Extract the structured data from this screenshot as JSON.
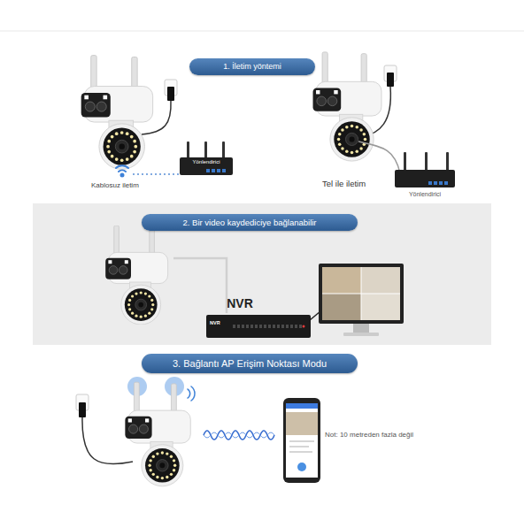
{
  "diagram": {
    "nodes": [
      {
        "text": [
          "1. İletim yöntemi"
        ]
      },
      {
        "text": [
          "Yönlendirici"
        ]
      },
      {
        "text": [
          "Yönlendirici"
        ]
      },
      {
        "text": [
          "2. Bir video kaydediciye bağlanabilir"
        ]
      },
      {
        "text": [
          "NVR",
          "NVR"
        ]
      },
      {
        "text": [
          "3. Bağlantı AP Erişim Noktası Modu"
        ]
      }
    ],
    "labels": [
      "Kablosuz iletim",
      "Tel ile iletim",
      "Not: 10 metreden fazla değil"
    ]
  }
}
